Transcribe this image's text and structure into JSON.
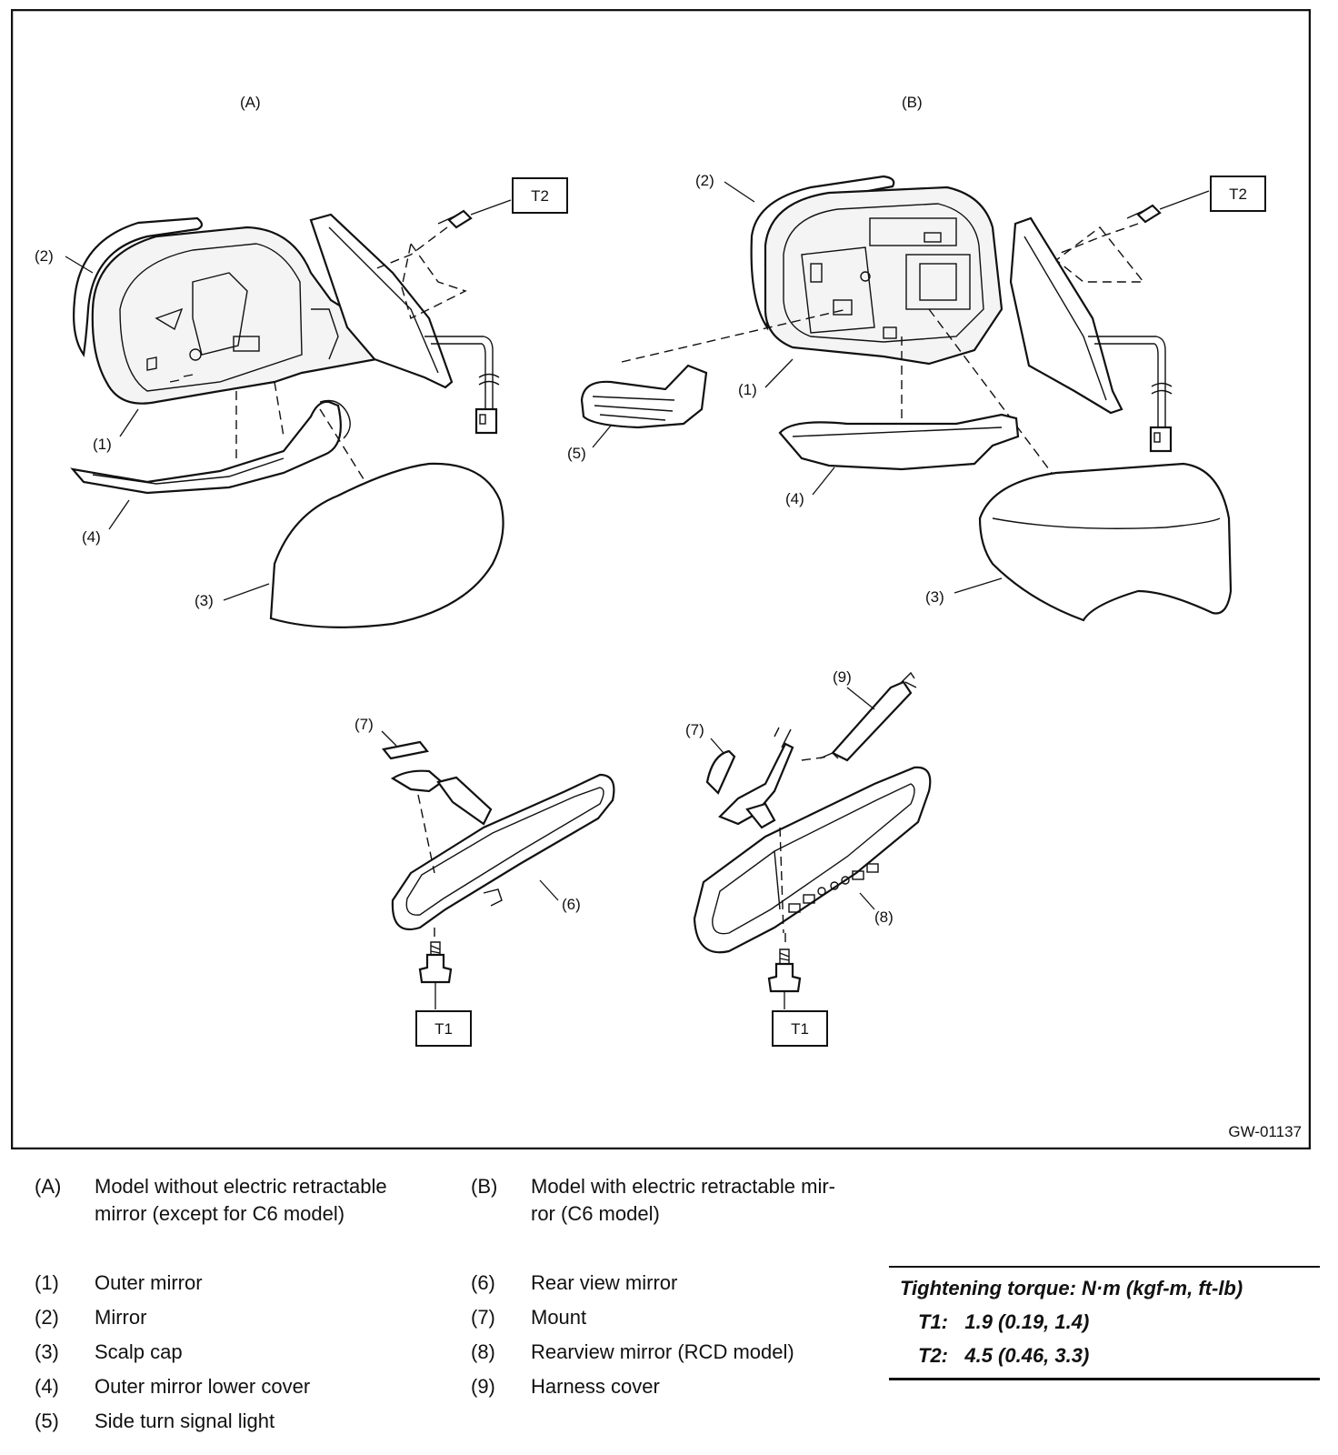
{
  "views": {
    "A": "(A)",
    "B": "(B)"
  },
  "callouts": {
    "c1": "(1)",
    "c2": "(2)",
    "c3": "(3)",
    "c4": "(4)",
    "c5": "(5)",
    "c6": "(6)",
    "c7": "(7)",
    "c8": "(8)",
    "c9": "(9)"
  },
  "torque_tags": {
    "t1": "T1",
    "t2": "T2"
  },
  "figure_code": "GW-01137",
  "legend_models": [
    {
      "code": "(A)",
      "line1": "Model without electric retractable",
      "line2": "mirror (except for C6 model)"
    },
    {
      "code": "(B)",
      "line1": "Model with electric retractable mir-",
      "line2": "ror (C6 model)"
    }
  ],
  "legend_parts": [
    {
      "code": "(1)",
      "label": "Outer mirror"
    },
    {
      "code": "(2)",
      "label": "Mirror"
    },
    {
      "code": "(3)",
      "label": "Scalp cap"
    },
    {
      "code": "(4)",
      "label": "Outer mirror lower cover"
    },
    {
      "code": "(5)",
      "label": "Side turn signal light"
    },
    {
      "code": "(6)",
      "label": "Rear view mirror"
    },
    {
      "code": "(7)",
      "label": "Mount"
    },
    {
      "code": "(8)",
      "label": "Rearview mirror (RCD model)"
    },
    {
      "code": "(9)",
      "label": "Harness cover"
    }
  ],
  "torque_table": {
    "title": "Tightening torque: N·m (kgf-m, ft-lb)",
    "rows": [
      {
        "tag": "T1:",
        "value": "1.9 (0.19, 1.4)"
      },
      {
        "tag": "T2:",
        "value": "4.5 (0.46, 3.3)"
      }
    ]
  }
}
